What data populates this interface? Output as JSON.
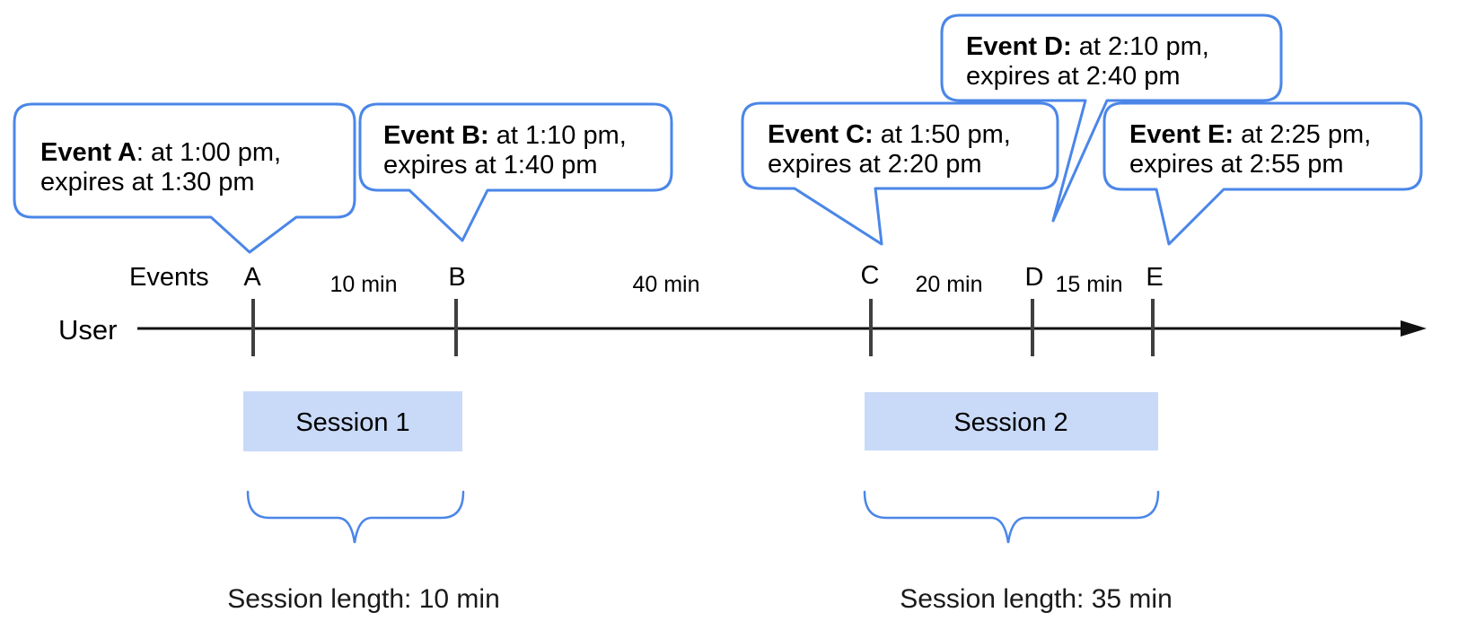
{
  "diagram": {
    "title_hint": "Event sessionization timeline",
    "events_label": "Events",
    "user_label": "User",
    "tick_labels": [
      "A",
      "B",
      "C",
      "D",
      "E"
    ],
    "interval_labels": [
      "10 min",
      "40 min",
      "20 min",
      "15 min"
    ],
    "bubbles": [
      {
        "bold": "Event A",
        "rest": ": at 1:00 pm,",
        "line2": "expires at 1:30 pm"
      },
      {
        "bold": "Event B:",
        "rest": " at 1:10 pm,",
        "line2": "expires at 1:40 pm"
      },
      {
        "bold": "Event C:",
        "rest": " at 1:50 pm,",
        "line2": "expires at 2:20 pm"
      },
      {
        "bold": "Event D:",
        "rest": " at 2:10 pm,",
        "line2": "expires at 2:40 pm"
      },
      {
        "bold": "Event E:",
        "rest": " at 2:25 pm,",
        "line2": "expires at 2:55 pm"
      }
    ],
    "sessions": [
      {
        "label": "Session 1",
        "length_label": "Session length: 10 min"
      },
      {
        "label": "Session 2",
        "length_label": "Session length: 35 min"
      }
    ],
    "colors": {
      "accent_blue": "#4a86e8",
      "session_fill": "#c9daf8",
      "tick_gray": "#3f3f3f",
      "timeline_black": "#111111"
    }
  }
}
